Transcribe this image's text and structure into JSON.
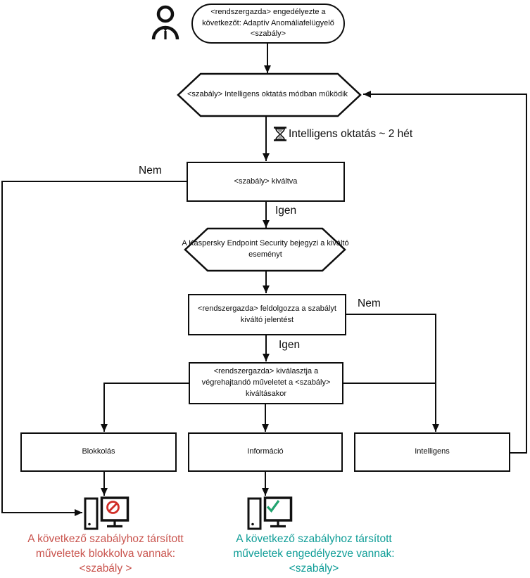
{
  "flow": {
    "start": {
      "label": "<rendszergazda> engedélyezte a következőt: Adaptív Anomáliafelügyelő <szabály>"
    },
    "hex_training": {
      "label": "<szabály> Intelligens oktatás módban működik"
    },
    "training_note": {
      "label": "Intelligens oktatás ~ 2 hét"
    },
    "rect_triggered": {
      "label": "<szabály> kiváltva"
    },
    "hex_logs": {
      "label": "A Kaspersky Endpoint Security bejegyzi a kiváltó eseményt"
    },
    "rect_processes": {
      "label": "<rendszergazda> feldolgozza a szabályt kiváltó jelentést"
    },
    "rect_selects": {
      "label": "<rendszergazda> kiválasztja a végrehajtandó műveletet a <szabály> kiváltásakor"
    },
    "action_block": {
      "label": "Blokkolás"
    },
    "action_inform": {
      "label": "Információ"
    },
    "action_smart": {
      "label": "Intelligens"
    },
    "edge_labels": {
      "nem_left": "Nem",
      "igen_first": "Igen",
      "nem_right": "Nem",
      "igen_second": "Igen"
    },
    "outcome_blocked": {
      "text": "A következő szabályhoz társított műveletek blokkolva vannak:",
      "rule": "<szabály >"
    },
    "outcome_allowed": {
      "text": "A következő szabályhoz társított műveletek engedélyezve vannak:",
      "rule": "<szabály>"
    }
  },
  "icons": {
    "admin_user": "admin-user-icon",
    "hourglass": "hourglass-icon",
    "blocked_computer": "blocked-computer-icon",
    "prohibition": "prohibition-icon",
    "allowed_computer": "allowed-computer-icon",
    "checkmark": "checkmark-icon"
  },
  "colors": {
    "line": "#0d0d0d",
    "blocked_text": "#c9544e",
    "allowed_text": "#0f9d97",
    "prohibition_red": "#d02e28",
    "checkmark_green": "#21a36f"
  }
}
